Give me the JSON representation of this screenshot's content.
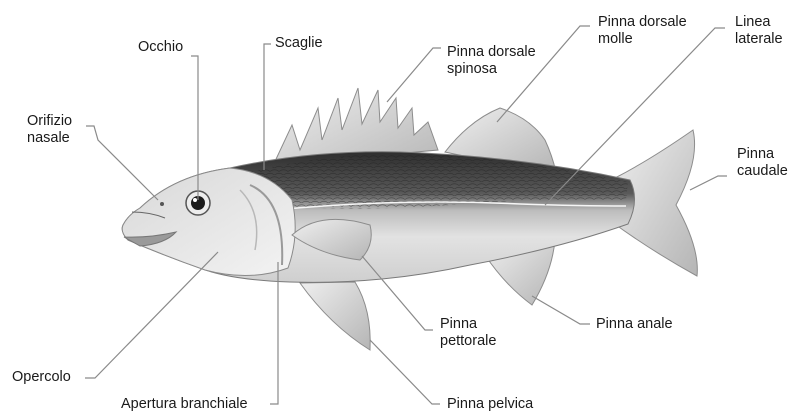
{
  "diagram": {
    "labels": {
      "occhio": "Occhio",
      "scaglie": "Scaglie",
      "pinna_dorsale_spinosa": [
        "Pinna dorsale",
        "spinosa"
      ],
      "pinna_dorsale_molle": [
        "Pinna dorsale",
        "molle"
      ],
      "linea_laterale": [
        "Linea",
        "laterale"
      ],
      "orifizio_nasale": [
        "Orifizio",
        "nasale"
      ],
      "pinna_caudale": [
        "Pinna",
        "caudale"
      ],
      "pinna_pettorale": [
        "Pinna",
        "pettorale"
      ],
      "pinna_anale": "Pinna anale",
      "opercolo": "Opercolo",
      "apertura_branchiale": "Apertura branchiale",
      "pinna_pelvica": "Pinna pelvica"
    },
    "colors": {
      "body_light": "#e4e4e4",
      "back_dark": "#3a3a3a",
      "fin": "#d0d0d0",
      "leader": "#8a8a8a"
    }
  }
}
